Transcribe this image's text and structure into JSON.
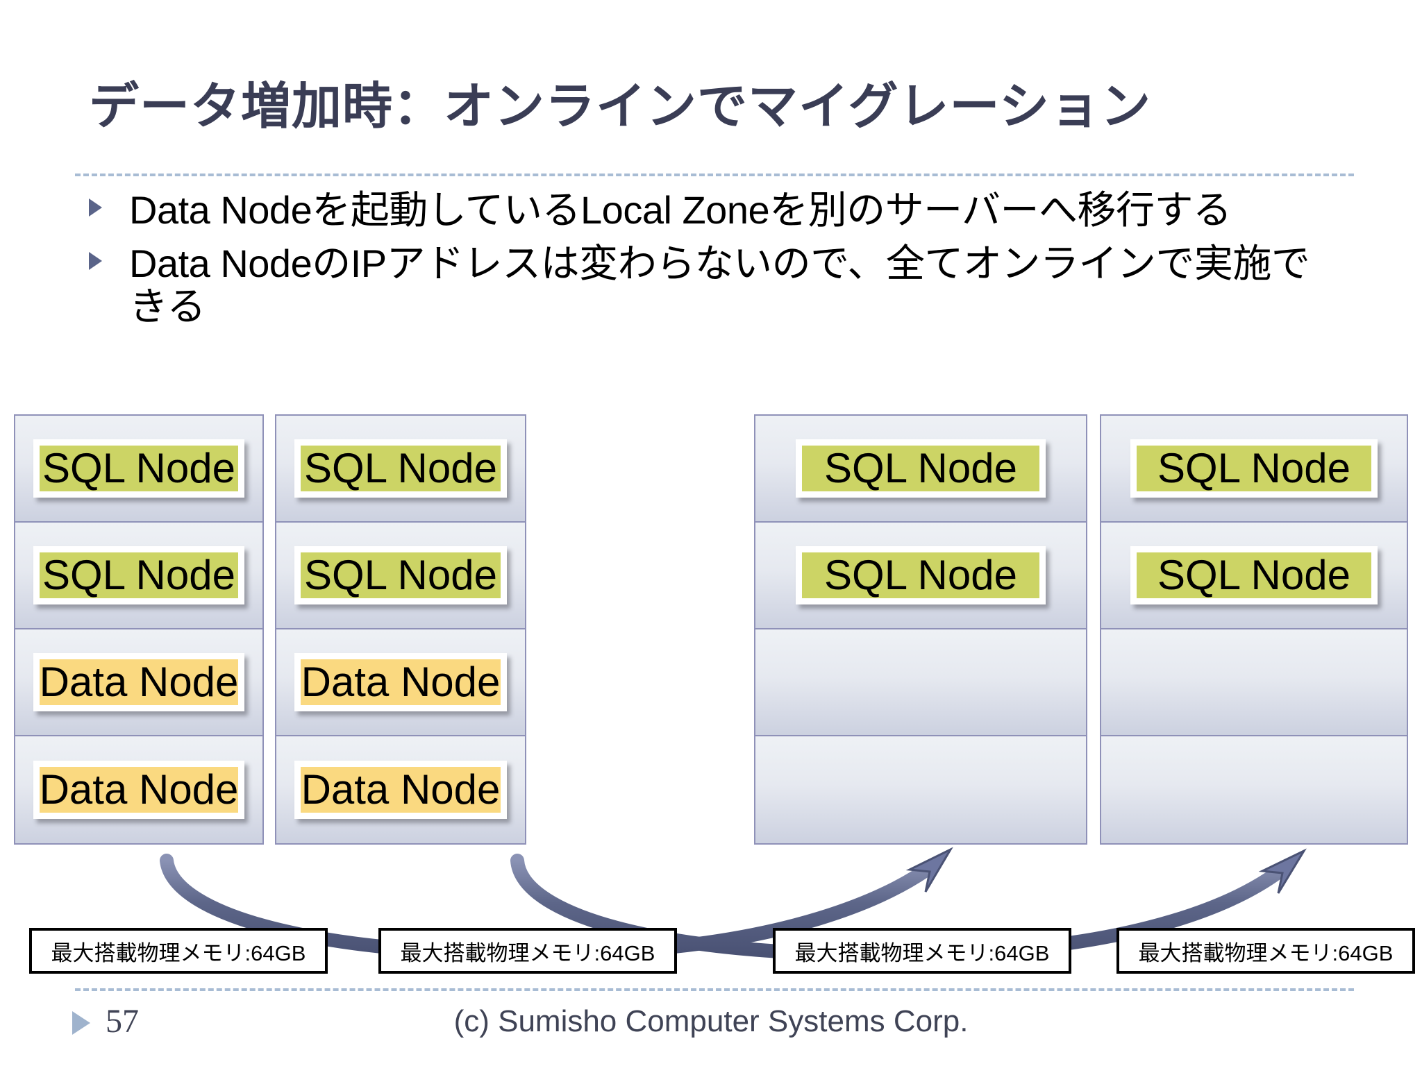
{
  "slide": {
    "title": "データ増加時：オンラインでマイグレーション",
    "bullets": [
      {
        "marker": "triangle-bullet",
        "text": "Data Nodeを起動しているLocal Zoneを別のサーバーへ移行する"
      },
      {
        "marker": "triangle-bullet",
        "text": "Data NodeのIPアドレスは変わらないので、全てオンラインで実施できる"
      }
    ],
    "diagram": {
      "racks": [
        {
          "name": "server-1",
          "rows": [
            {
              "type": "sql",
              "label": "SQL Node"
            },
            {
              "type": "sql",
              "label": "SQL Node"
            },
            {
              "type": "data",
              "label": "Data Node"
            },
            {
              "type": "data",
              "label": "Data Node"
            }
          ]
        },
        {
          "name": "server-2",
          "rows": [
            {
              "type": "sql",
              "label": "SQL Node"
            },
            {
              "type": "sql",
              "label": "SQL Node"
            },
            {
              "type": "data",
              "label": "Data Node"
            },
            {
              "type": "data",
              "label": "Data Node"
            }
          ]
        },
        {
          "name": "server-3",
          "rows": [
            {
              "type": "sql",
              "label": "SQL Node"
            },
            {
              "type": "sql",
              "label": "SQL Node"
            },
            {
              "type": "empty",
              "label": ""
            },
            {
              "type": "empty",
              "label": ""
            }
          ]
        },
        {
          "name": "server-4",
          "rows": [
            {
              "type": "sql",
              "label": "SQL Node"
            },
            {
              "type": "sql",
              "label": "SQL Node"
            },
            {
              "type": "empty",
              "label": ""
            },
            {
              "type": "empty",
              "label": ""
            }
          ]
        }
      ],
      "memory_labels": [
        "最大搭載物理メモリ:64GB",
        "最大搭載物理メモリ:64GB",
        "最大搭載物理メモリ:64GB",
        "最大搭載物理メモリ:64GB"
      ],
      "arrows": [
        {
          "name": "migration-arrow-1-to-3"
        },
        {
          "name": "migration-arrow-2-to-4"
        }
      ]
    },
    "footer": {
      "page_number": "57",
      "copyright": "(c) Sumisho Computer Systems Corp."
    },
    "colors": {
      "title": "#3a3d55",
      "rule": "#a8bcd4",
      "sql_node": "#ccd465",
      "data_node": "#fad980",
      "rack_border": "#8f91b8",
      "arrow": "#5d6party"
    }
  }
}
